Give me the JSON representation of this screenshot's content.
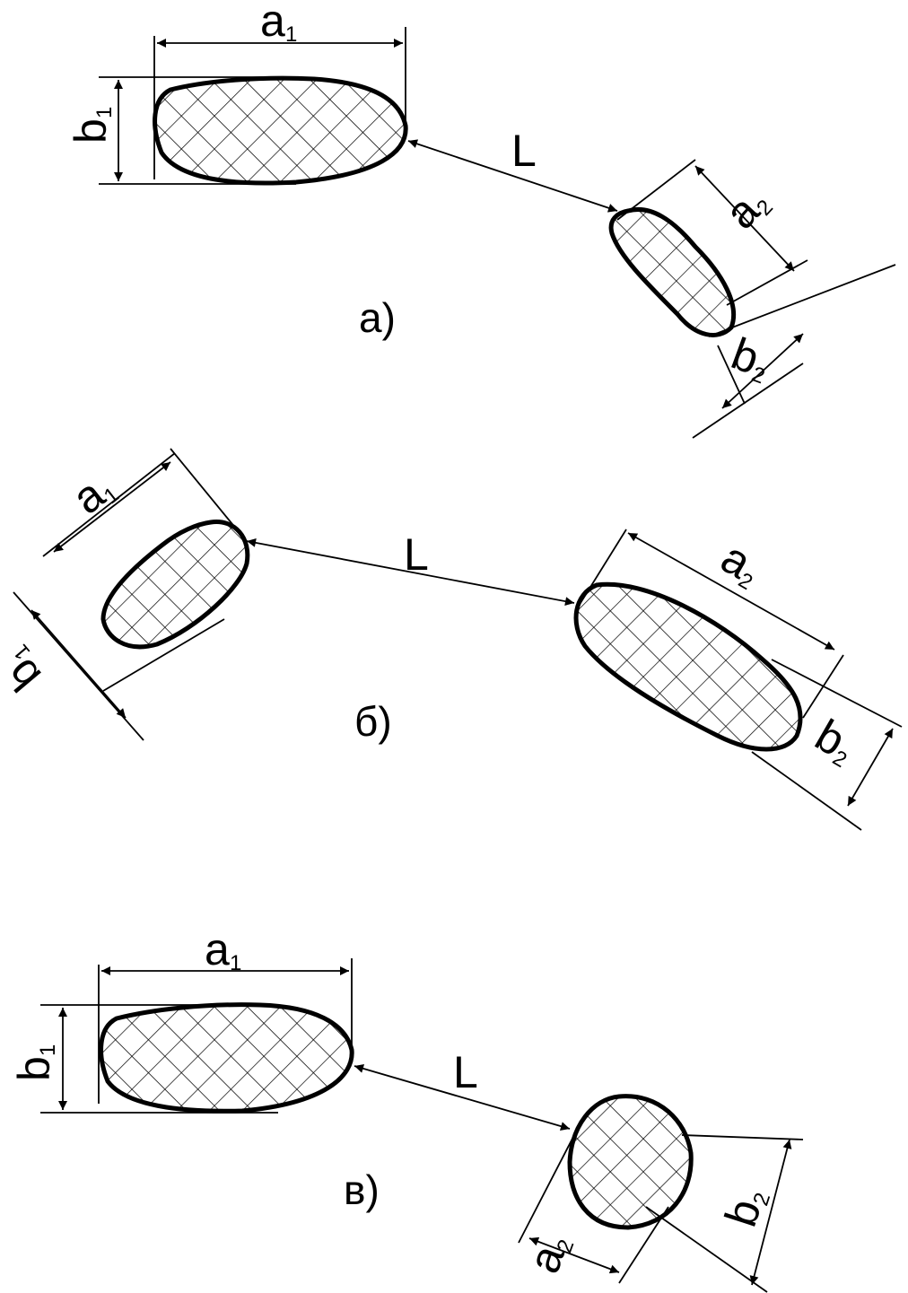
{
  "panels": [
    {
      "caption": "а)",
      "body1": {
        "a": "a",
        "a_sub": "1",
        "b": "b",
        "b_sub": "1"
      },
      "body2": {
        "a": "a",
        "a_sub": "2",
        "b": "b",
        "b_sub": "2"
      },
      "distance": "L"
    },
    {
      "caption": "б)",
      "body1": {
        "a": "a",
        "a_sub": "1",
        "b": "b",
        "b_sub": "1"
      },
      "body2": {
        "a": "a",
        "a_sub": "2",
        "b": "b",
        "b_sub": "2"
      },
      "distance": "L"
    },
    {
      "caption": "в)",
      "body1": {
        "a": "a",
        "a_sub": "1",
        "b": "b",
        "b_sub": "1"
      },
      "body2": {
        "a": "a",
        "a_sub": "2",
        "b": "b",
        "b_sub": "2"
      },
      "distance": "L"
    }
  ]
}
